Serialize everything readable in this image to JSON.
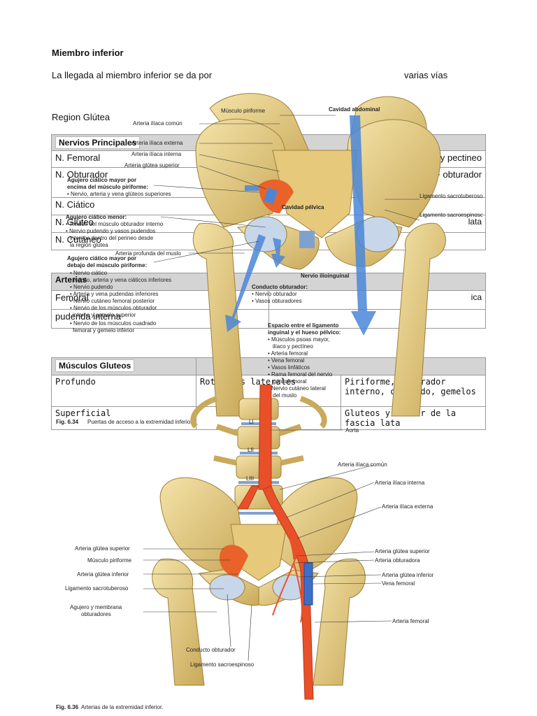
{
  "heading": "Miembro inferior",
  "intro_left": "La llegada al miembro inferior se da por",
  "intro_right": "varias vías",
  "section_label": "Region Glútea",
  "nerves_table": {
    "header": "Nervios Principales",
    "rows": [
      {
        "left": "N. Femoral",
        "right": "y pectineo"
      },
      {
        "left": "N. Obturador",
        "right": "+ obturador"
      },
      {
        "left": "N. Ciático",
        "right": ""
      },
      {
        "left": "N. Glúteo",
        "right": "lata"
      },
      {
        "left": "N. Cutáneo",
        "right": ""
      }
    ]
  },
  "arteries_table": {
    "header": "Arterias",
    "rows": [
      {
        "left": "Femoral",
        "right": "ica"
      },
      {
        "left": "pudenda interna",
        "right": ""
      }
    ]
  },
  "muscles_table": {
    "header": "Músculos Gluteos",
    "rows": [
      {
        "c1": "Profundo",
        "c2": "Rotadores laterales",
        "c3": "Piriforme, obturador interno, cuadrado, gemelos"
      },
      {
        "c1": "Superficial",
        "c2": "",
        "c3": "Gluteos y tensor de la fascia lata"
      }
    ]
  },
  "figure_top": {
    "caption_num": "Fig. 6.34",
    "caption_text": "Puertas de acceso a la extremidad inferior",
    "labels_left": [
      "Arteria ilíaca común",
      "Arteria ilíaca externa",
      "Arteria ilíaca interna",
      "Arteria glútea superior",
      "Agujero ciático mayor por",
      "encima del músculo piriforme:",
      "• Nervio, arteria y vena glúteos superiores",
      "Agujero ciático menor:",
      "• Tendón del músculo obturador interno",
      "• Nervio pudendo y vasos pudendos",
      "internos dentro del perineo desde",
      "la región glútea",
      "Arteria profunda del muslo",
      "Agujero ciático mayor por",
      "debajo del músculo piriforme:",
      "• Nervio ciático",
      "• Nervio, arteria y vena ciáticos inferiores",
      "• Nervio pudendo",
      "• Arteria y vena pudendas inferiores",
      "• Nervio cutáneo femoral posterior",
      "• Nervio de los músculos obturador",
      "interno y gemelo superior",
      "• Nervio de los músculos cuadrado",
      "femoral y gemelo inferior"
    ],
    "label_musculo_piriforme": "Músculo piriforme",
    "label_cavidad_abdominal": "Cavidad abdominal",
    "label_cavidad_pelvica": "Cavidad pélvica",
    "label_lig_sacrotuberoso": "Ligamento sacrotuberoso",
    "label_lig_sacroespinoso": "Ligamento sacroespinoso",
    "label_nervio_ilioinguinal": "Nervio ilioinguinal",
    "conducto_obturador": [
      "Conducto obturador:",
      "• Nervio obturador",
      "• Vasos obturadores"
    ],
    "espacio_ligamento": [
      "Espacio entre el ligamento",
      "inguinal y el hueso pélvico:",
      "• Músculos psoas mayor,",
      "ilíaco y pectíneo",
      "• Arteria femoral",
      "• Vena femoral",
      "• Vasos linfáticos",
      "• Rama femoral del nervio",
      "genitofemoral",
      "• Nervio cutáneo lateral",
      "del muslo"
    ]
  },
  "figure_bottom": {
    "caption_num": "Fig. 6.36",
    "caption_text": "Arterias de la extremidad inferior.",
    "spine_labels": [
      "LI",
      "LII",
      "LIII"
    ],
    "labels_left": [
      "Arteria glútea superior",
      "Músculo piriforme",
      "Arteria glútea inferior",
      "Ligamento sacrotuberoso",
      "Agujero y membrana",
      "obturadores"
    ],
    "labels_right": [
      "Aorta",
      "Arteria ilíaca común",
      "Arteria ilíaca interna",
      "Arteria ilíaca externa",
      "Arteria glútea superior",
      "Arteria obturadora",
      "Arteria glútea inferior",
      "Vena femoral",
      "Arteria femoral"
    ],
    "labels_bottom": [
      "Conducto obturador",
      "Ligamento sacroespinoso"
    ]
  },
  "colors": {
    "bone": "#e9d48f",
    "bone_shade": "#c9a95a",
    "artery": "#e8502a",
    "arrow_blue": "#4a86d8",
    "vein": "#3d6fc9",
    "muscle": "#e8622a"
  }
}
